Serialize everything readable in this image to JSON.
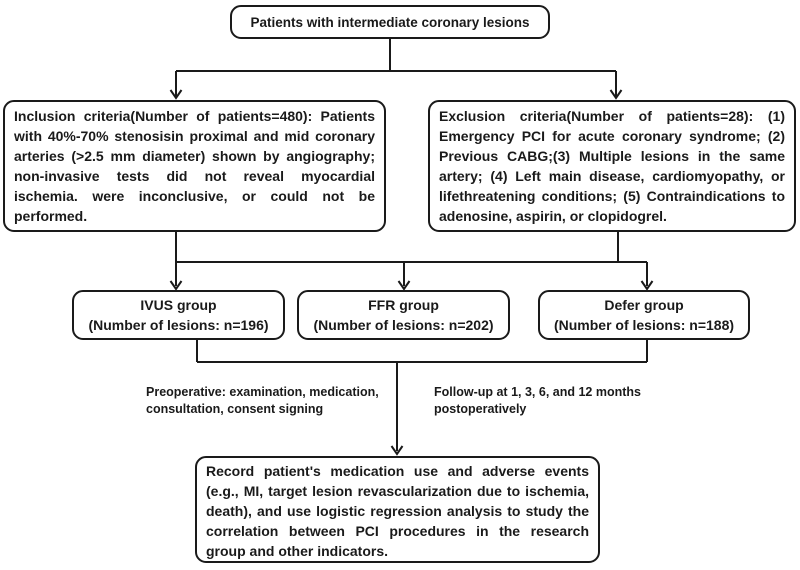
{
  "colors": {
    "ink": "#1a1a1a",
    "bg": "#ffffff"
  },
  "flowchart": {
    "top_box": {
      "text": "Patients with intermediate coronary lesions"
    },
    "inclusion_box": {
      "text": "Inclusion criteria(Number of patients=480): Patients with 40%-70% stenosisin proximal and mid coronary arteries (>2.5 mm diameter) shown by angiography; non-invasive tests did not reveal myocardial ischemia. were inconclusive, or could not be performed."
    },
    "exclusion_box": {
      "text": "Exclusion criteria(Number of patients=28): (1) Emergency PCI for acute coronary syndrome; (2) Previous CABG;(3) Multiple lesions in the same artery; (4) Left main disease, cardiomyopathy, or lifethreatening conditions; (5) Contraindications to adenosine, aspirin, or clopidogrel."
    },
    "groups": [
      {
        "name": "IVUS group",
        "detail": "(Number of lesions: n=196)"
      },
      {
        "name": "FFR group",
        "detail": "(Number of lesions: n=202)"
      },
      {
        "name": "Defer group",
        "detail": "(Number of lesions: n=188)"
      }
    ],
    "notes": {
      "preoperative": "Preoperative: examination, medication, consultation, consent signing",
      "followup": "Follow-up at 1, 3, 6, and 12 months postoperatively"
    },
    "outcome_box": {
      "text": "Record patient's medication use and adverse events (e.g., MI, target lesion revascularization due to ischemia, death), and use logistic regression analysis to study the correlation between PCI procedures in the research group and other indicators."
    }
  }
}
